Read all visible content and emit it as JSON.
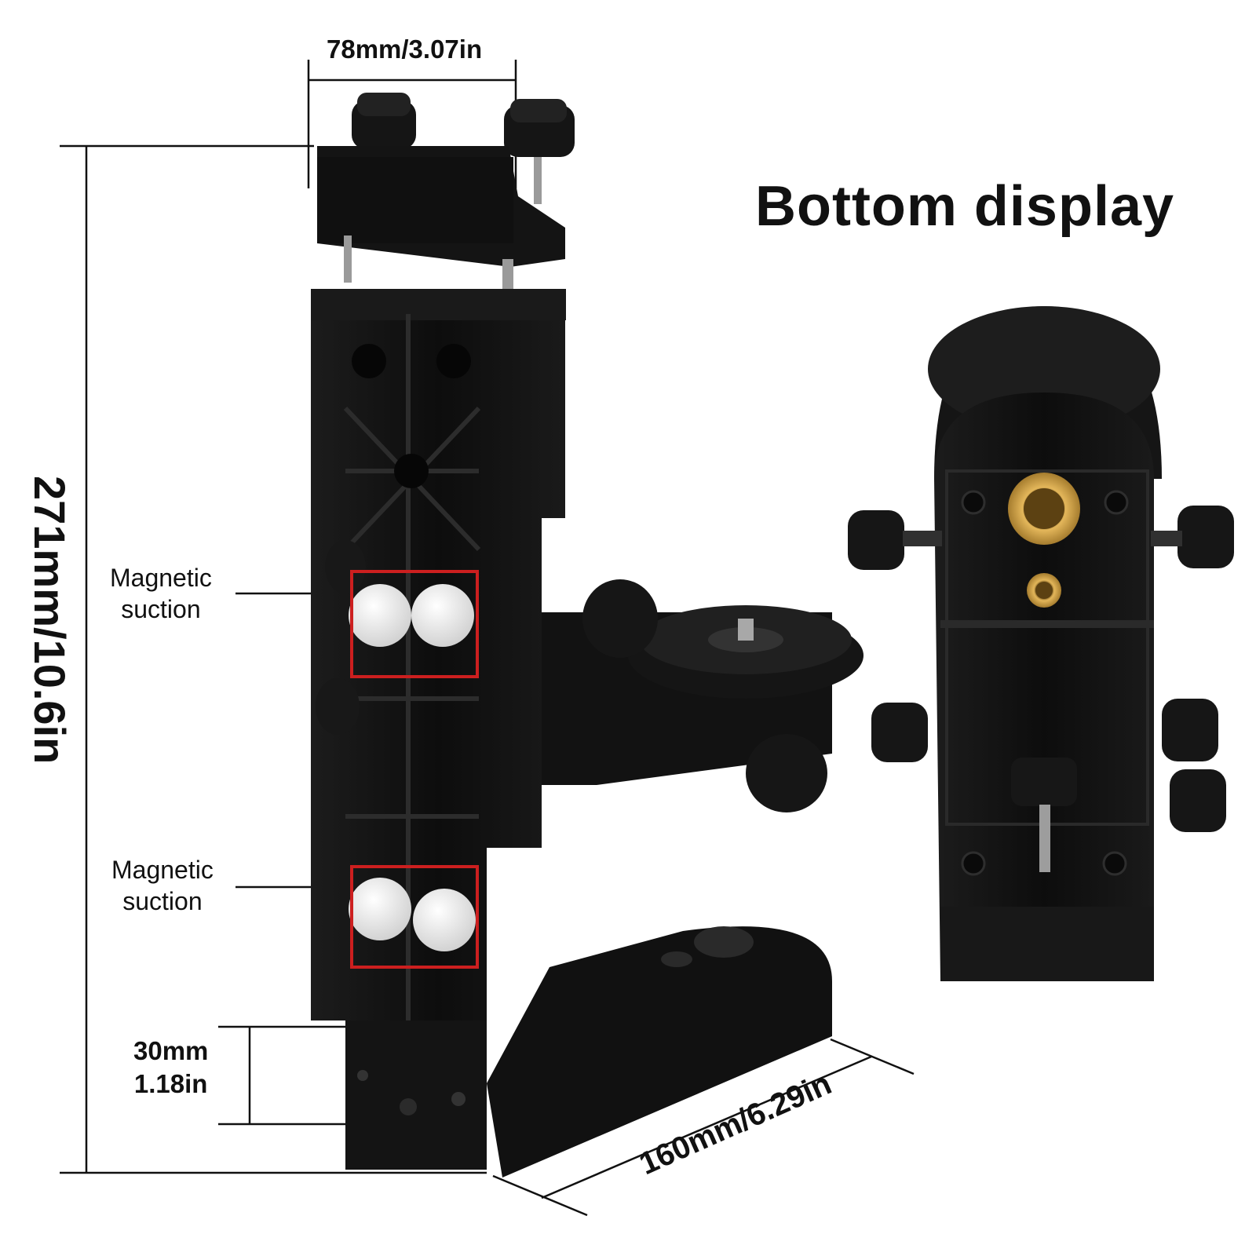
{
  "title": "Bottom display",
  "dimensions": {
    "top_width": "78mm/3.07in",
    "height": "271mm/10.6in",
    "base_height_mm": "30mm",
    "base_height_in": "1.18in",
    "length": "160mm/6.29in"
  },
  "callouts": [
    {
      "line1": "Magnetic",
      "line2": "suction"
    },
    {
      "line1": "Magnetic",
      "line2": "suction"
    }
  ],
  "colors": {
    "product": "#111111",
    "magnet": "#e8e8e8",
    "highlight": "#cc1f1f",
    "brass": "#c89b3c"
  }
}
